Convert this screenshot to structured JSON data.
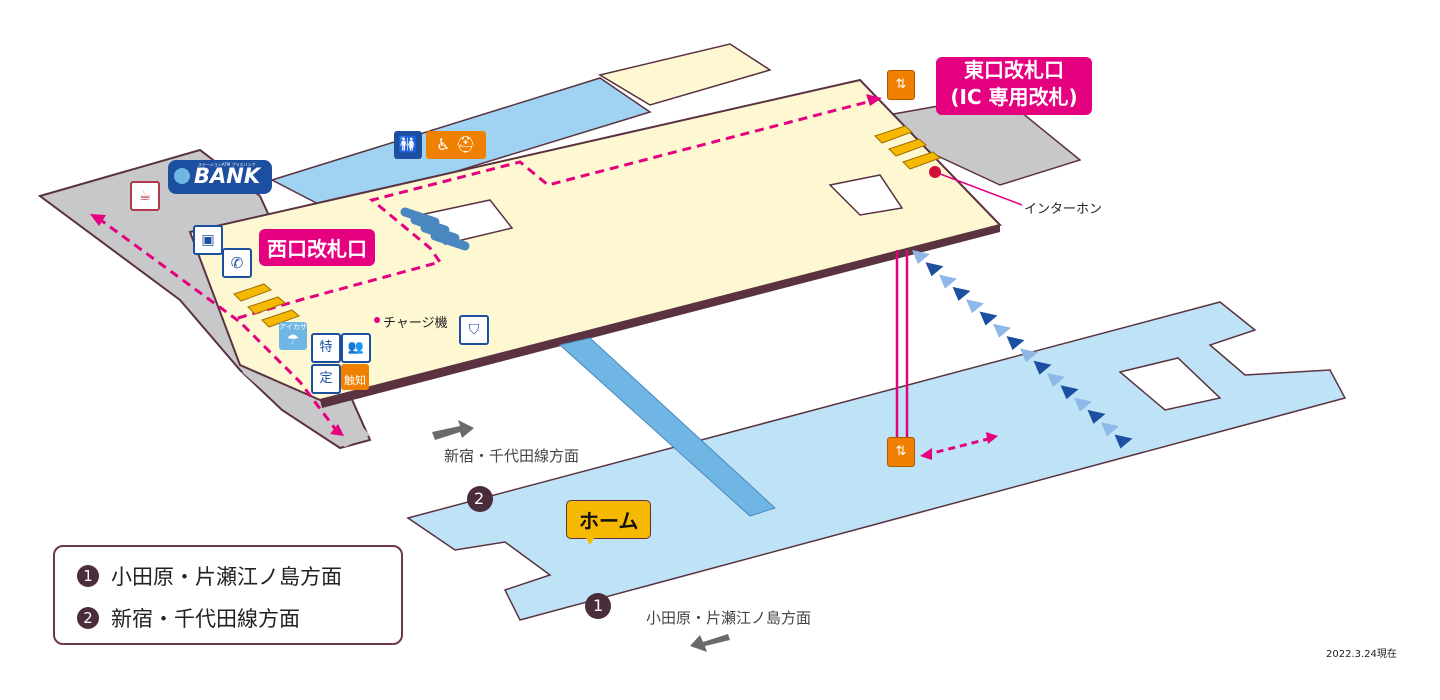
{
  "gates": {
    "east_label_line1": "東口改札口",
    "east_label_line2": "(IC 専用改札)",
    "west_label": "西口改札口"
  },
  "facilities": {
    "intercom": "インターホン",
    "charge_machine": "チャージ機",
    "bank_logo": "BANK",
    "bank_small": "ステーションATM プラスバンク",
    "icon_special": "特",
    "icon_teiki": "定",
    "icon_tactile": "触知",
    "icon_aikasa": "アイカサ"
  },
  "platform": {
    "label": "ホーム",
    "track1_num": "1",
    "track2_num": "2"
  },
  "directions": {
    "upper": "新宿・千代田線方面",
    "lower": "小田原・片瀬江ノ島方面"
  },
  "legend": {
    "item1_num": "1",
    "item1_text": "小田原・片瀬江ノ島方面",
    "item2_num": "2",
    "item2_text": "新宿・千代田線方面"
  },
  "date_note": "2022.3.24現在",
  "colors": {
    "concourse": "#fdf7d2",
    "platform": "#bfe3f6",
    "gray_floor": "#c8c8cb",
    "edge": "#5a3240",
    "accent_pink": "#e4007f",
    "gate_yellow": "#f6b800",
    "icon_orange": "#f08000",
    "icon_blue": "#1d4fa0",
    "stair_blue": "#6fb6e4"
  }
}
